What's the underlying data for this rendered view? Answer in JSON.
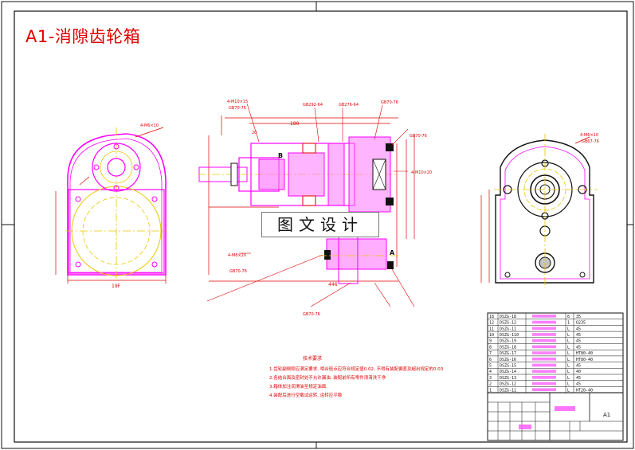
{
  "title": "A1-消隙齿轮箱",
  "watermark": "图文设计",
  "sheet_size": "A1",
  "section_labels": {
    "b": "B",
    "a": "A"
  },
  "dimensions": {
    "overall_length": "446",
    "left_view_width": "19F",
    "dim_180": "180",
    "dim_20": "20"
  },
  "tech_requirements": {
    "heading": "技术要求",
    "items": [
      "1.齿轮副侧隙应满足要求, 啮合斑点应符合规定值0.02, 不得有装配偏差及超出规定的0.03",
      "2.各结合面及密封处不允许漏油, 装配前所有零件须清洗干净",
      "3.箱体加注润滑油至规定油面",
      "4.装配后进行空载试运转, 运转应平稳"
    ]
  },
  "bom": [
    {
      "no": "18",
      "code": "DSZG-18",
      "name": "",
      "qty": "6",
      "material": "35"
    },
    {
      "no": "12",
      "code": "DSZG-12",
      "name": "",
      "qty": "1",
      "material": "Q235"
    },
    {
      "no": "11",
      "code": "DSZG-11",
      "name": "",
      "qty": "L",
      "material": "45"
    },
    {
      "no": "10",
      "code": "DSZG-110",
      "name": "",
      "qty": "L",
      "material": "45"
    },
    {
      "no": "9",
      "code": "DSZG-19",
      "name": "",
      "qty": "L",
      "material": "45"
    },
    {
      "no": "8",
      "code": "DSZG-18",
      "name": "",
      "qty": "L",
      "material": "45"
    },
    {
      "no": "7",
      "code": "DSZG-17",
      "name": "",
      "qty": "L",
      "material": "HT80-40"
    },
    {
      "no": "6",
      "code": "DSZG-16",
      "name": "",
      "qty": "L",
      "material": "HT80-40"
    },
    {
      "no": "5",
      "code": "DSZG-15",
      "name": "",
      "qty": "L",
      "material": "45"
    },
    {
      "no": "4",
      "code": "DSZG-14",
      "name": "",
      "qty": "L",
      "material": "40"
    },
    {
      "no": "3",
      "code": "DSZG-13",
      "name": "",
      "qty": "L",
      "material": "45"
    },
    {
      "no": "2",
      "code": "DSZG-12",
      "name": "",
      "qty": "L",
      "material": "45"
    },
    {
      "no": "1",
      "code": "DSZG-11",
      "name": "",
      "qty": "L",
      "material": "HT20-40"
    }
  ],
  "callouts": [
    {
      "id": "c1",
      "text": "4-M10×15"
    },
    {
      "id": "c2",
      "text": "GB70-76"
    },
    {
      "id": "c3",
      "text": "GB70-76"
    },
    {
      "id": "c4",
      "text": "GB70-76"
    },
    {
      "id": "c5",
      "text": "GB292-64"
    },
    {
      "id": "c6",
      "text": "GB276-64"
    },
    {
      "id": "c7",
      "text": "4-M10×20"
    },
    {
      "id": "c8",
      "text": "GB70-76"
    },
    {
      "id": "c9",
      "text": "4-M8×20"
    },
    {
      "id": "c10",
      "text": "GB70-76"
    },
    {
      "id": "c11",
      "text": "GB67-76"
    },
    {
      "id": "c12",
      "text": "4-M6×10"
    }
  ],
  "colors": {
    "frame": "#000000",
    "red": "#e00000",
    "magenta": "#ff00ff",
    "yellow": "#e8c800",
    "part": "#ff55ff"
  }
}
